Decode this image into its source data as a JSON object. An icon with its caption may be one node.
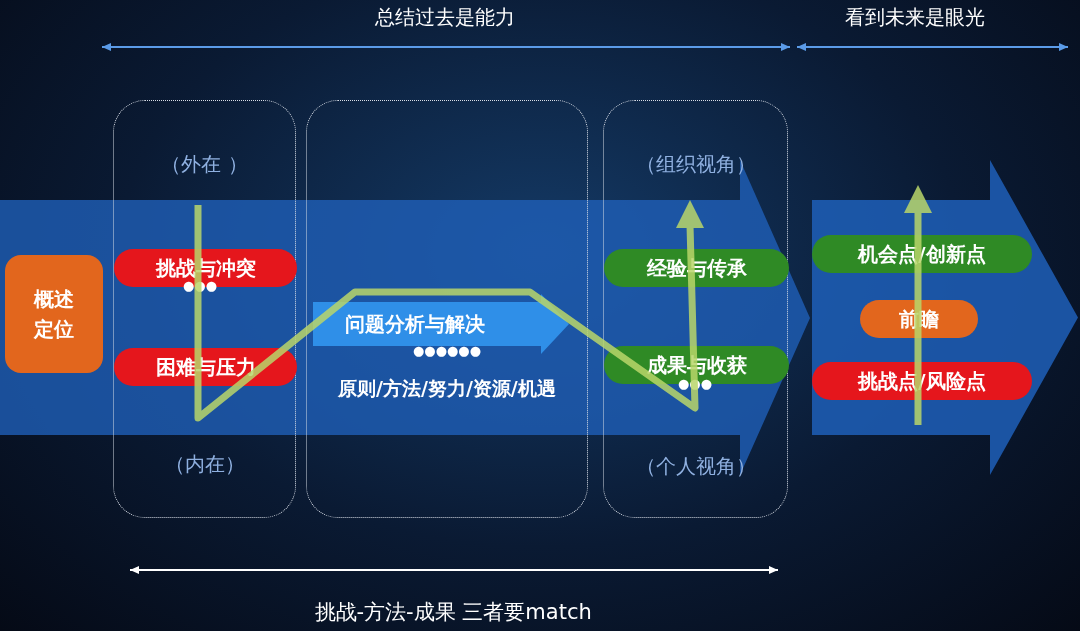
{
  "diagram": {
    "nodes": [
      {
        "text": [
          "概述定位"
        ]
      },
      {
        "text": [
          "（外在 ）",
          "（内在）"
        ]
      },
      {
        "text": [
          "挑战与冲突"
        ],
        "in": 1
      },
      {
        "text": [
          "困难与压力"
        ],
        "in": 1
      },
      {
        "text": [],
        "shape": "box"
      },
      {
        "text": [
          "问题分析与解决"
        ],
        "in": 4
      },
      {
        "text": [
          "（组织视角）",
          "（个人视角）"
        ]
      },
      {
        "text": [
          "经验与传承"
        ],
        "in": 6
      },
      {
        "text": [
          "成果与收获"
        ],
        "in": 6
      },
      {
        "text": [],
        "shape": "arrow"
      },
      {
        "text": [
          "机会点/创新点"
        ],
        "in": 9
      },
      {
        "text": [
          "前瞻"
        ],
        "in": 9
      },
      {
        "text": [
          "挑战点/风险点"
        ],
        "in": 9
      }
    ],
    "labels": [
      "总结过去是能力",
      "看到未来是眼光",
      "●●●",
      "●●●●●●",
      "原则/方法/努力/资源/机遇",
      "●●●",
      "挑战-方法-成果 三者要match"
    ]
  }
}
